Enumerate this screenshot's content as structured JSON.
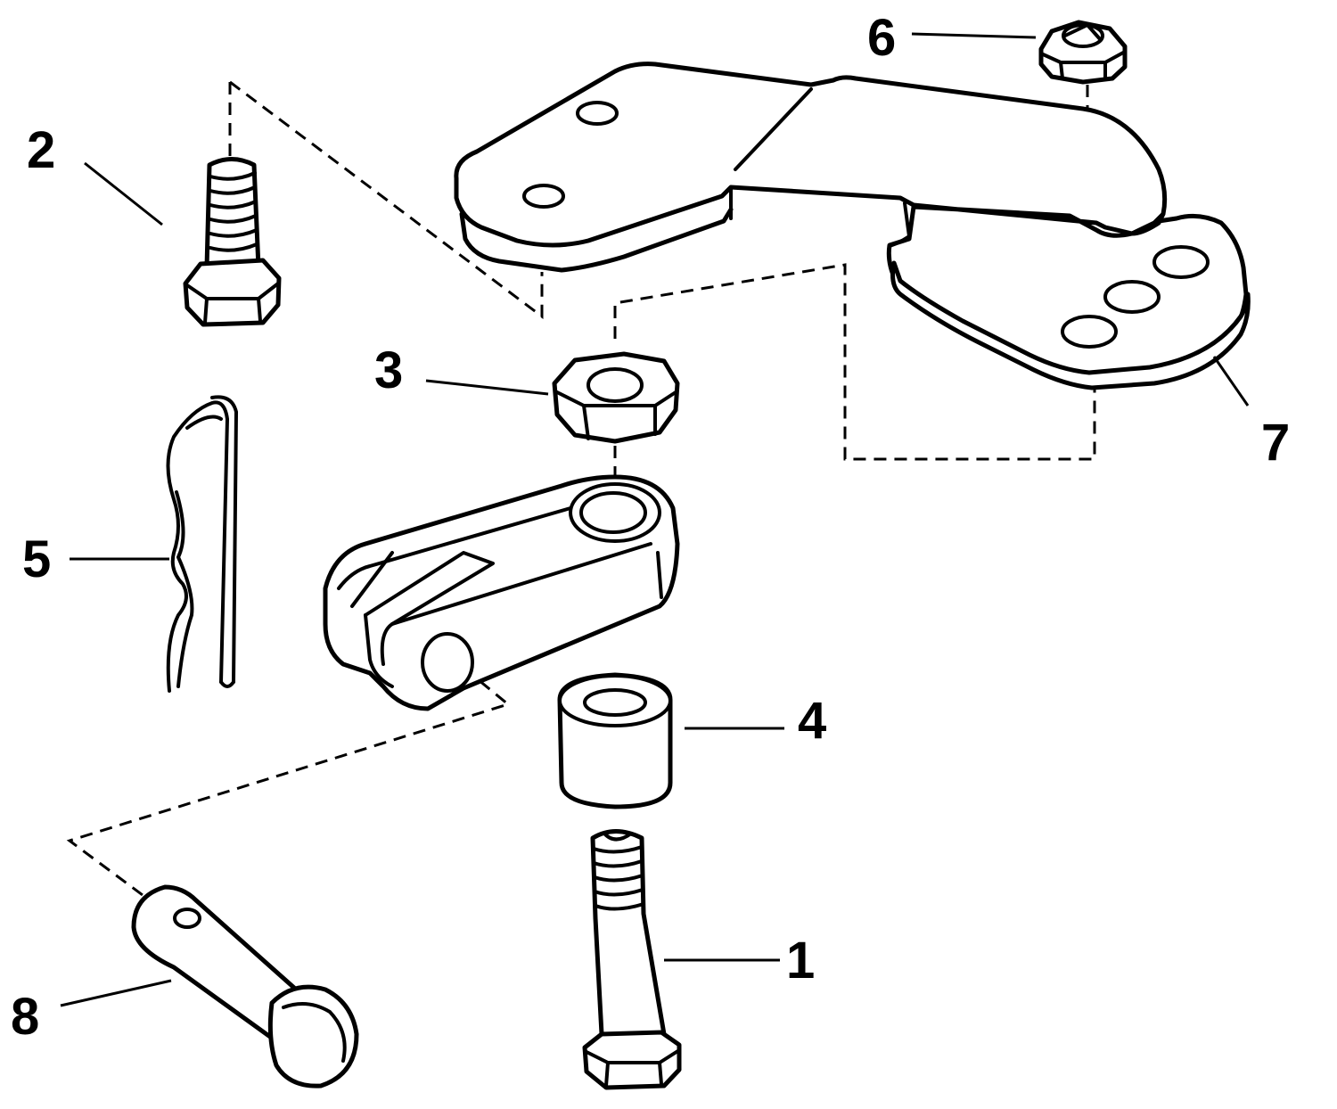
{
  "callouts": {
    "1": "1",
    "2": "2",
    "3": "3",
    "4": "4",
    "5": "5",
    "6": "6",
    "7": "7",
    "8": "8"
  }
}
